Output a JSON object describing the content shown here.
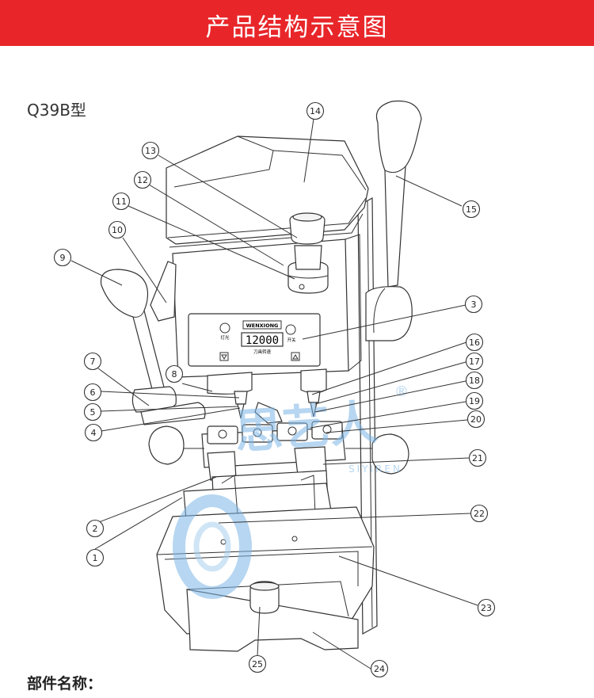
{
  "banner": {
    "title": "产品结构示意图",
    "color": "#e8262a"
  },
  "model_label": "Q39B型",
  "footer_label": "部件名称：",
  "panel": {
    "brand": "WENXIONG",
    "display_value": "12000",
    "left_button_label": "灯光",
    "right_button_label": "开关",
    "display_caption": "刀具转速"
  },
  "watermark": {
    "brand_text": "思艺人",
    "sub_text": "SIYIREN",
    "mark": "®"
  },
  "callouts": [
    "1",
    "2",
    "3",
    "4",
    "5",
    "6",
    "7",
    "8",
    "9",
    "10",
    "11",
    "12",
    "13",
    "14",
    "15",
    "16",
    "17",
    "18",
    "19",
    "20",
    "21",
    "22",
    "23",
    "24",
    "25"
  ]
}
